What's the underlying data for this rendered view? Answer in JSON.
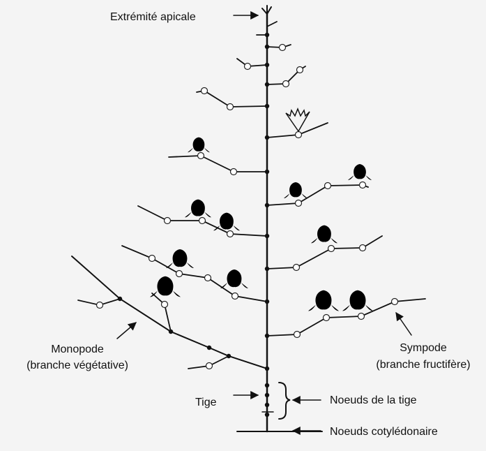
{
  "labels": {
    "apex": "Extrémité apicale",
    "monopode": "Monopode",
    "monopode_sub": "(branche végétative)",
    "sympode": "Sympode",
    "sympode_sub": "(branche fructifère)",
    "tige": "Tige",
    "noeuds_tige": "Noeuds de la tige",
    "noeuds_cotyledonaires": "Noeuds cotylédonaire"
  },
  "icons": {
    "boll": "cotton-boll-icon",
    "flower": "open-flower-icon",
    "bud": "flower-bud-circle-icon",
    "node": "stem-node-dot-icon",
    "arrow": "arrow-icon"
  },
  "colors": {
    "ink": "#111111",
    "paper": "#f4f4f4"
  }
}
